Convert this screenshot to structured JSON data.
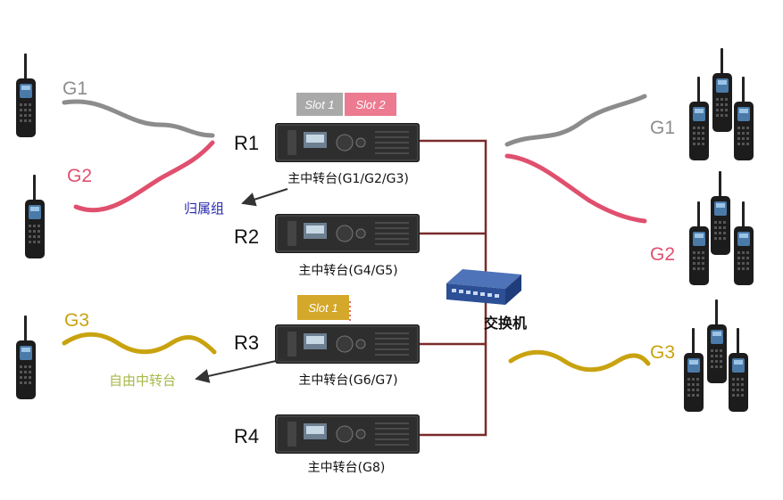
{
  "slots": {
    "r1_slot1": "Slot 1",
    "r1_slot2": "Slot 2",
    "r3_slot1": "Slot 1"
  },
  "repeaters": [
    {
      "id": "R1",
      "caption": "主中转台(G1/G2/G3)"
    },
    {
      "id": "R2",
      "caption": "主中转台(G4/G5)"
    },
    {
      "id": "R3",
      "caption": "主中转台(G6/G7)"
    },
    {
      "id": "R4",
      "caption": "主中转台(G8)"
    }
  ],
  "groups": {
    "left": [
      "G1",
      "G2",
      "G3"
    ],
    "right": [
      "G1",
      "G2",
      "G3"
    ]
  },
  "annotations": {
    "home_group": "归属组",
    "free_repeater": "自由中转台"
  },
  "switch_label": "交换机",
  "colors": {
    "g1": "#8c8c8c",
    "g2": "#e0506e",
    "g3": "#c9a30f",
    "link": "#7a2a2a",
    "home_group_text": "#2a2ab0",
    "free_repeater_text": "#a8b84a"
  }
}
